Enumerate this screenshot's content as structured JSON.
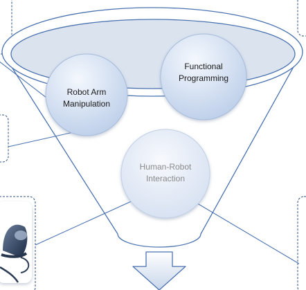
{
  "bubbles": [
    {
      "id": "robot-arm",
      "lines": [
        "Robot Arm",
        "Manipulation"
      ],
      "text_color": "#1a1a1a"
    },
    {
      "id": "functional",
      "lines": [
        "Functional",
        "Programming"
      ],
      "text_color": "#1a1a1a"
    },
    {
      "id": "hri",
      "lines": [
        "Human-Robot",
        "Interaction"
      ],
      "text_color": "#8a8a8a"
    }
  ],
  "colors": {
    "funnel_stroke": "#4a72b0",
    "connector": "#4a72b0",
    "callout_border": "#2f4f7f",
    "funnel_top_fill": "#dbe3ef",
    "bubble_fill_light": "#f2f6fc",
    "bubble_fill_dark": "#b7cbe8"
  },
  "icons": [
    "down-arrow-icon",
    "robot-image"
  ]
}
